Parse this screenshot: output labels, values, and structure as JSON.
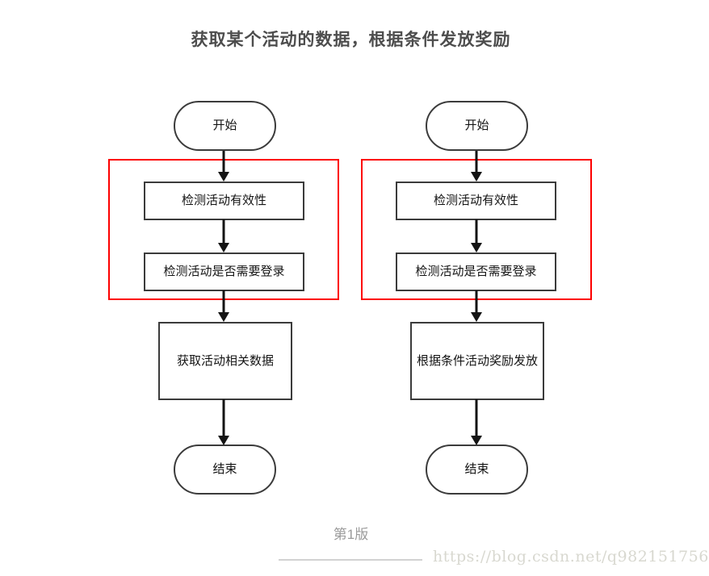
{
  "title": "获取某个活动的数据，根据条件发放奖励",
  "caption": "第1版",
  "watermark": "https://blog.csdn.net/q982151756",
  "colors": {
    "highlight_red": "#fd0000",
    "node_border": "#3b3b3b",
    "arrow_black": "#141414",
    "caption_gray": "#9b9b9b",
    "watermark_gray": "#d8d8d0"
  },
  "flowcharts": [
    {
      "name": "left-flow",
      "nodes": [
        {
          "type": "terminator",
          "label": "开始"
        },
        {
          "type": "process",
          "label": "检测活动有效性"
        },
        {
          "type": "process",
          "label": "检测活动是否需要登录"
        },
        {
          "type": "process",
          "label": "获取活动相关数据"
        },
        {
          "type": "terminator",
          "label": "结束"
        }
      ],
      "highlighted_steps": [
        "检测活动有效性",
        "检测活动是否需要登录"
      ]
    },
    {
      "name": "right-flow",
      "nodes": [
        {
          "type": "terminator",
          "label": "开始"
        },
        {
          "type": "process",
          "label": "检测活动有效性"
        },
        {
          "type": "process",
          "label": "检测活动是否需要登录"
        },
        {
          "type": "process",
          "label": "根据条件活动奖励发放"
        },
        {
          "type": "terminator",
          "label": "结束"
        }
      ],
      "highlighted_steps": [
        "检测活动有效性",
        "检测活动是否需要登录"
      ]
    }
  ]
}
